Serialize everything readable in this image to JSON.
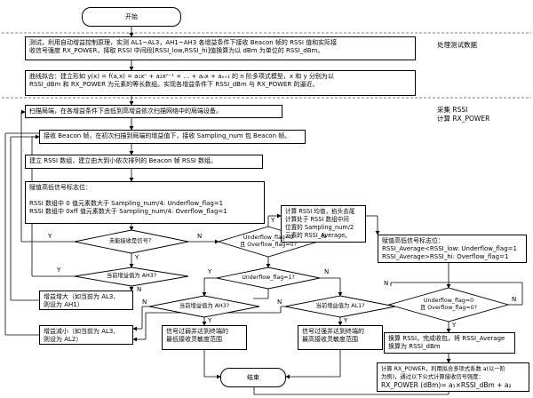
{
  "start": "开始",
  "end": "结束",
  "section1": {
    "lines": [
      "测试，利用自动增益控制原理，实测 AL1~AL3，AH1~AH3 各增益条件下接收 Beacon 帧的 RSSI 值和实际接",
      "收信号强度 RX_POWER，择取 RSSI 中间段[RSSI_low,RSSI_hi]值换算为以 dBm 为单位的 RSSI_dBm。"
    ]
  },
  "section2": {
    "lines": [
      "曲线拟合：建立形如 y(x) = f(a,x) = a₁xⁿ + a₂xⁿ⁻¹ + … + aₙx + aₙ₊₁ 的 n 阶多项式模型，x 和 y 分别为以",
      "RSSI_dBm 和 RX_POWER 为元素的等长数组。实现各增益条件下 RSSI_dBm 与 RX_POWER 的逼近。"
    ]
  },
  "side_labels": {
    "process_test_data": "处理测试数据",
    "collect_rssi": "采集 RSSI",
    "calc_rx_power": "计算 RX_POWER"
  },
  "scan": "扫描局端，在各增益条件下由低到高增益依次扫描网络中的局端设备。",
  "recv": "接收 Beacon 帧，在初次扫描到局端的增益值下，接收 Sampling_num 包 Beacon 帧。",
  "build_array": "建立 RSSI 数组，建立由大到小依次排列的 Beacon 帧 RSSI 数组。",
  "assign_flags": {
    "lines": [
      "赋值高低信号标志位：",
      "",
      "RSSI 数组中 0 值元素数大于 Sampling_num/4: Underflow_flag=1",
      "RSSI 数组中 0xff 值元素数大于 Sampling_num/4: Overflow_flag=1"
    ]
  },
  "calc_avg": {
    "lines": [
      "计算 RSSI 均值，掐头去尾",
      "计算处于 RSSI 数组中间",
      "位置的 Sampling_num/2",
      "元素的 RSSI_Average。"
    ]
  },
  "assign_flags2": {
    "lines": [
      "赋值高低信号标志位：",
      "RSSI_Average<RSSI_low: Underflow_flag=1",
      "RSSI_Average>RSSI_hi: Overflow_flag=1"
    ]
  },
  "decisions": {
    "valid_signal": "未能接收是信号？",
    "uf_of_zero": [
      "Underflow_flag=0",
      "且 Overflow_flag=0?"
    ],
    "is_ah3": "当前增益值为 AH3?",
    "uf_one": "Underflow_flag=1?",
    "is_ah3_b": "当前增益值为 AH3?",
    "is_al1": "当前增益值为 AL1?",
    "uf_of_zero_2": [
      "Underflow_flag=0",
      "且 Overflow_flag=0?"
    ]
  },
  "gain_up": [
    "增益增大（如当前为 AL3,",
    "则设为 AH1）"
  ],
  "gain_down": [
    "增益减小（如当前为 AL3,",
    "则设为 AL2）"
  ],
  "weak_signal": [
    "信号过弱并达到终端的",
    "最低接收灵敏度范围"
  ],
  "strong_signal": [
    "信号过强并达到终端的",
    "最高接收灵敏度范围"
  ],
  "convert": [
    "换算 RSSI，完成收包，将 RSSI_Average",
    "换算为 RSSI_dBm"
  ],
  "calc_rx": {
    "lines": [
      "计算 RX_POWER，利用拟合多项式系数 a(以一阶",
      "为例)，通过以下公式计算接收信号强度：",
      "RX_POWER (dBm)= a₁×RSSI_dBm + a₂"
    ]
  },
  "yn": {
    "y": "Y",
    "n": "N"
  }
}
